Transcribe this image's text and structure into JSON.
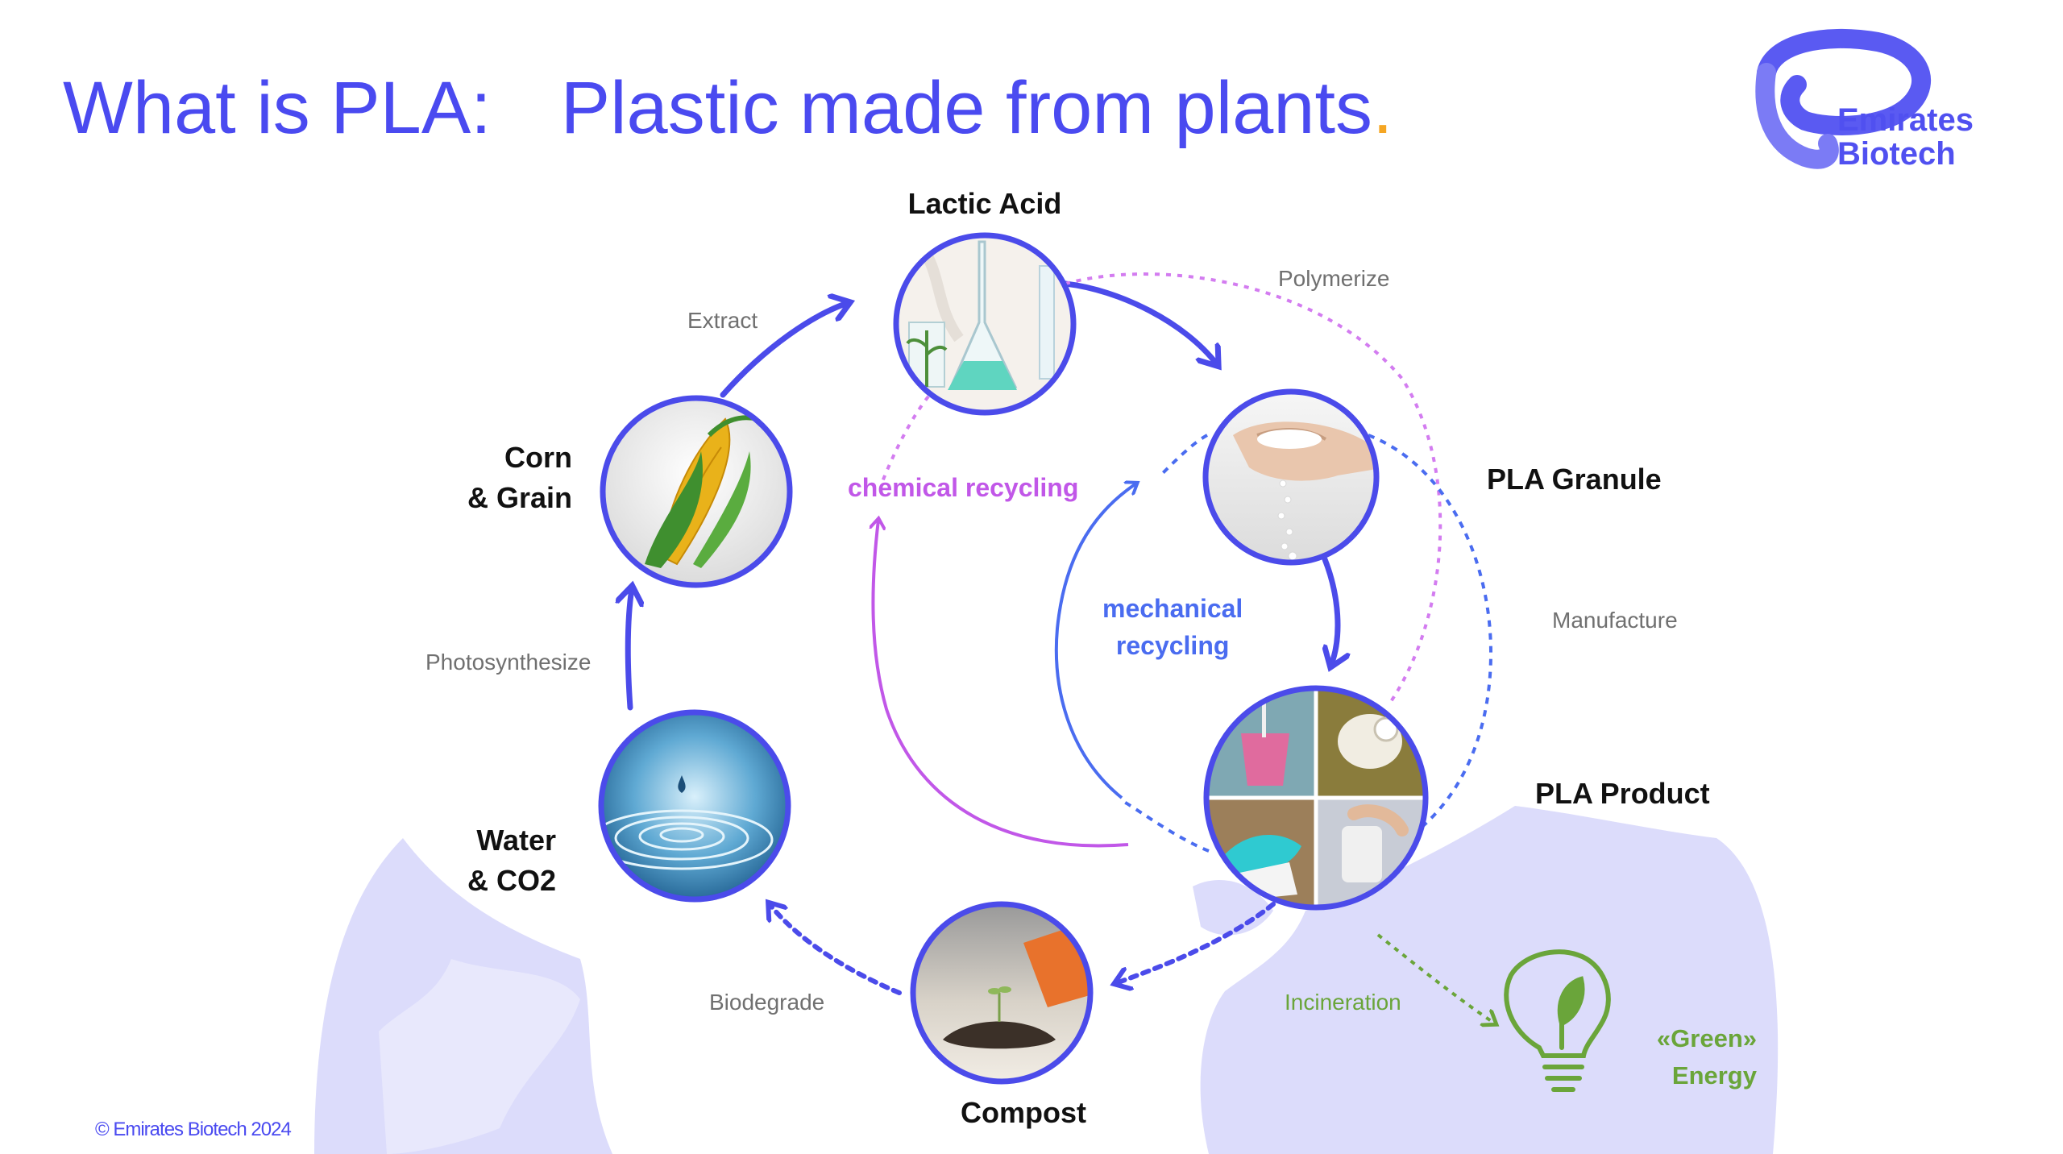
{
  "title": {
    "part1": "What is PLA:",
    "part2": "Plastic made from plants",
    "dot": "."
  },
  "logo": {
    "line1": "Emirates",
    "line2": "Biotech"
  },
  "nodes": {
    "lactic_acid": "Lactic Acid",
    "pla_granule": "PLA Granule",
    "pla_product": "PLA Product",
    "compost": "Compost",
    "water_co2": "Water\n& CO2",
    "corn_grain": "Corn\n& Grain"
  },
  "steps": {
    "extract": "Extract",
    "polymerize": "Polymerize",
    "manufacture": "Manufacture",
    "biodegrade": "Biodegrade",
    "photosynthesize": "Photosynthesize",
    "incineration": "Incineration"
  },
  "recycling": {
    "chemical": "chemical recycling",
    "mechanical": "mechanical\nrecycling"
  },
  "green_energy": "«Green»\nEnergy",
  "copyright": "© Emirates Biotech 2024",
  "colors": {
    "brand": "#4a4af0",
    "accent_dot": "#f5a623",
    "cycle_arrow": "#4b4bea",
    "chemical": "#c157e8",
    "mechanical": "#4a6cf0",
    "green": "#6aa53a",
    "globe": "#dcdcfb"
  },
  "icons": [
    "lactic-acid-flask-icon",
    "pla-granule-hand-icon",
    "pla-product-collage-icon",
    "compost-sprout-icon",
    "water-drop-icon",
    "corn-cob-icon",
    "lightbulb-leaf-icon",
    "globe-icon",
    "emirates-biotech-logo-icon"
  ]
}
